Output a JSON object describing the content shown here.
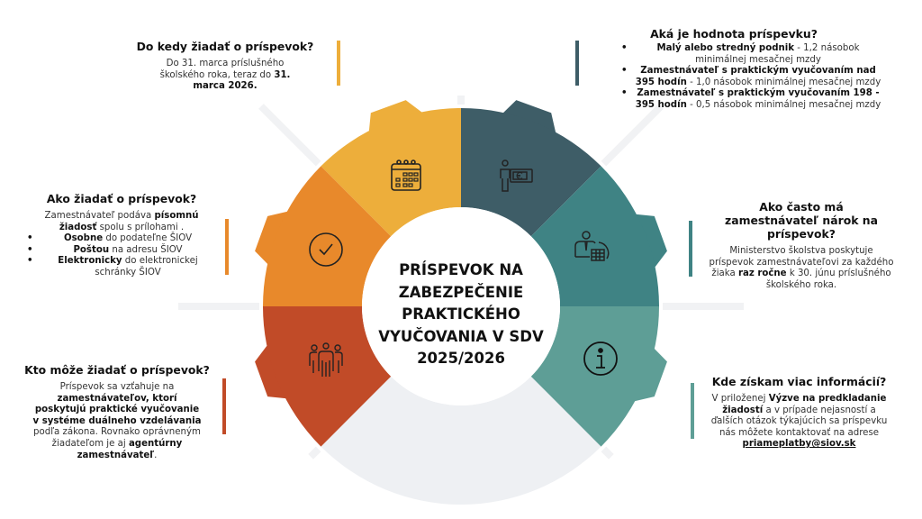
{
  "title": "PRÍSPEVOK NA ZABEZPEČENIE PRAKTICKÉHO VYUČOVANIA V SDV 2025/2026",
  "title_lines": [
    "PRÍSPEVOK NA",
    "ZABEZPEČENIE",
    "PRAKTICKÉHO",
    "VYUČOVANIA V SDV",
    "2025/2026"
  ],
  "colors": {
    "yellow": "#EDAE3B",
    "orange": "#E8892B",
    "red": "#C14B28",
    "dark_teal": "#3E5D67",
    "teal": "#3F8384",
    "light_teal": "#5E9E96",
    "grey": "#EEF0F3"
  },
  "segments": [
    {
      "name": "deadline",
      "color": "yellow",
      "icon": "calendar-icon"
    },
    {
      "name": "value",
      "color": "dark_teal",
      "icon": "person-euro-icon"
    },
    {
      "name": "frequency",
      "color": "teal",
      "icon": "person-calendar-icon"
    },
    {
      "name": "info",
      "color": "light_teal",
      "icon": "info-icon"
    },
    {
      "name": "who",
      "color": "red",
      "icon": "people-group-icon"
    },
    {
      "name": "how",
      "color": "orange",
      "icon": "check-circle-icon"
    }
  ],
  "blocks": {
    "deadline": {
      "heading": "Do kedy žiadať o príspevok?",
      "body": [
        [
          {
            "t": "Do 31. marca príslušného školského roka, teraz do "
          },
          {
            "t": "31. marca 2026.",
            "b": true
          }
        ]
      ]
    },
    "value": {
      "heading": "Aká je hodnota príspevku?",
      "items": [
        [
          {
            "t": "Malý alebo stredný podnik",
            "b": true
          },
          {
            "t": " - 1,2 násobok minimálnej mesačnej mzdy"
          }
        ],
        [
          {
            "t": "Zamestnávateľ s praktickým vyučovaním nad 395 hodín",
            "b": true
          },
          {
            "t": " - 1,0 násobok minimálnej mesačnej mzdy"
          }
        ],
        [
          {
            "t": "Zamestnávateľ s praktickým vyučovaním 198 - 395 hodín",
            "b": true
          },
          {
            "t": " - 0,5 násobok minimálnej mesačnej mzdy"
          }
        ]
      ]
    },
    "how": {
      "heading": "Ako žiadať o príspevok?",
      "body": [
        [
          {
            "t": "Zamestnávateľ podáva "
          },
          {
            "t": "písomnú žiadosť",
            "b": true
          },
          {
            "t": " spolu s prílohami ."
          }
        ]
      ],
      "items": [
        [
          {
            "t": "Osobne",
            "b": true
          },
          {
            "t": " do podateľne ŠIOV"
          }
        ],
        [
          {
            "t": "Poštou",
            "b": true
          },
          {
            "t": " na adresu ŠIOV"
          }
        ],
        [
          {
            "t": "Elektronicky",
            "b": true
          },
          {
            "t": " do elektronickej schránky ŠIOV"
          }
        ]
      ]
    },
    "frequency": {
      "heading": "Ako často má zamestnávateľ nárok na príspevok?",
      "body": [
        [
          {
            "t": "Ministerstvo školstva poskytuje príspevok zamestnávateľovi za každého žiaka "
          },
          {
            "t": "raz ročne",
            "b": true
          },
          {
            "t": " k 30. júnu príslušného školského roka."
          }
        ]
      ]
    },
    "who": {
      "heading": "Kto môže žiadať o príspevok?",
      "body": [
        [
          {
            "t": "Príspevok sa vzťahuje na "
          },
          {
            "t": "zamestnávateľov, ktorí poskytujú praktické vyučovanie v systéme duálneho vzdelávania",
            "b": true
          },
          {
            "t": " podľa zákona. Rovnako oprávneným žiadateľom je aj "
          },
          {
            "t": "agentúrny zamestnávateľ",
            "b": true
          },
          {
            "t": "."
          }
        ]
      ]
    },
    "info": {
      "heading": "Kde získam viac informácií?",
      "body": [
        [
          {
            "t": "V priloženej "
          },
          {
            "t": "Výzve na predkladanie žiadostí",
            "b": true
          },
          {
            "t": " a v prípade nejasností a ďalších otázok týkajúcich sa príspevku nás môžete kontaktovať na adrese "
          },
          {
            "t": "priameplatby@siov.sk",
            "u": true
          }
        ]
      ]
    }
  }
}
